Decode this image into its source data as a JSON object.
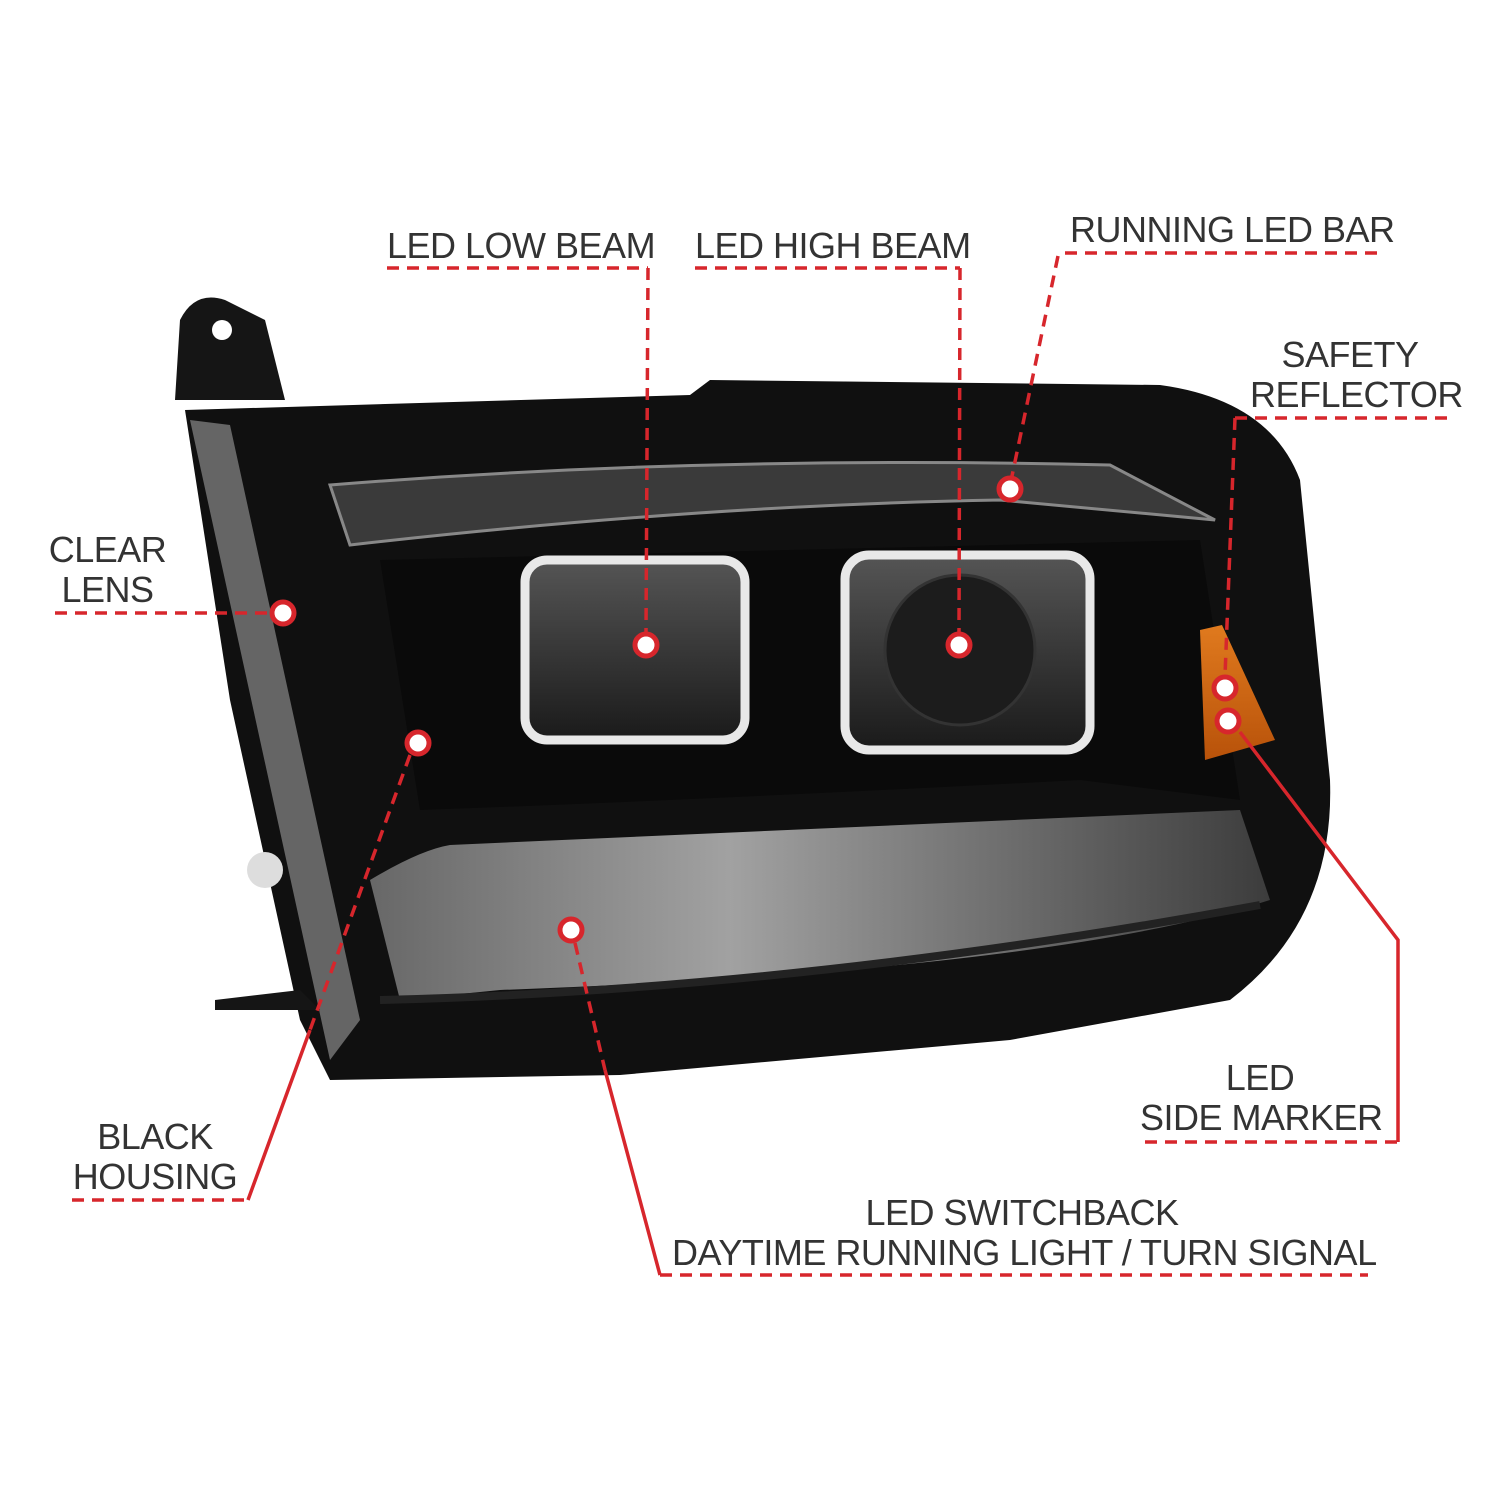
{
  "colors": {
    "callout": "#d7262c",
    "text": "#333333",
    "housing": "#111111"
  },
  "callouts": {
    "low_beam": "LED LOW BEAM",
    "high_beam": "LED HIGH BEAM",
    "running_bar": "RUNNING LED BAR",
    "safety_reflector": [
      "SAFETY",
      "REFLECTOR"
    ],
    "clear_lens": [
      "CLEAR",
      "LENS"
    ],
    "black_housing": [
      "BLACK",
      "HOUSING"
    ],
    "side_marker": [
      "LED",
      "SIDE MARKER"
    ],
    "switchback": [
      "LED SWITCHBACK",
      "DAYTIME RUNNING LIGHT / TURN SIGNAL"
    ]
  }
}
